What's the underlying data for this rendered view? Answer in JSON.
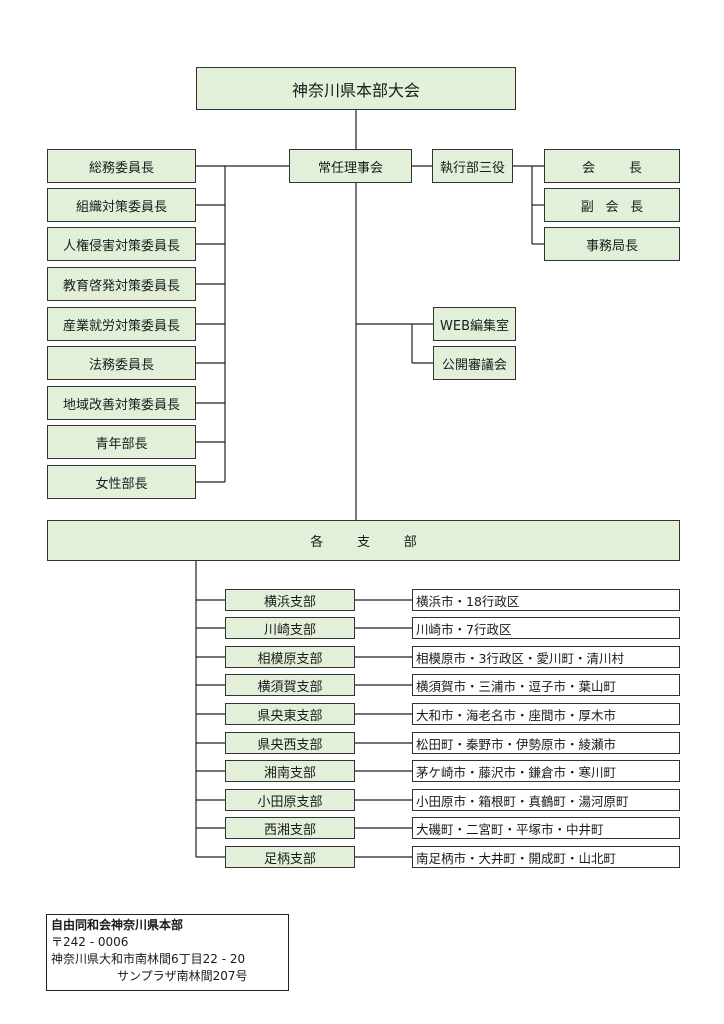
{
  "top": {
    "label": "神奈川県本部大会"
  },
  "standing_board": {
    "label": "常任理事会"
  },
  "executive": {
    "label": "執行部三役"
  },
  "officers": [
    {
      "label": "会長"
    },
    {
      "label": "副会長"
    },
    {
      "label": "事務局長"
    }
  ],
  "committees": [
    {
      "label": "総務委員長"
    },
    {
      "label": "組織対策委員長"
    },
    {
      "label": "人権侵害対策委員長"
    },
    {
      "label": "教育啓発対策委員長"
    },
    {
      "label": "産業就労対策委員長"
    },
    {
      "label": "法務委員長"
    },
    {
      "label": "地域改善対策委員長"
    },
    {
      "label": "青年部長"
    },
    {
      "label": "女性部長"
    }
  ],
  "offices": [
    {
      "label": "WEB編集室"
    },
    {
      "label": "公開審議会"
    }
  ],
  "branches_header": {
    "label": "各支部"
  },
  "branches": [
    {
      "name": "横浜支部",
      "area": "横浜市・18行政区"
    },
    {
      "name": "川崎支部",
      "area": "川崎市・7行政区"
    },
    {
      "name": "相模原支部",
      "area": "相模原市・3行政区・愛川町・清川村"
    },
    {
      "name": "横須賀支部",
      "area": "横須賀市・三浦市・逗子市・葉山町"
    },
    {
      "name": "県央東支部",
      "area": "大和市・海老名市・座間市・厚木市"
    },
    {
      "name": "県央西支部",
      "area": "松田町・秦野市・伊勢原市・綾瀬市"
    },
    {
      "name": "湘南支部",
      "area": "茅ケ崎市・藤沢市・鎌倉市・寒川町"
    },
    {
      "name": "小田原支部",
      "area": "小田原市・箱根町・真鶴町・湯河原町"
    },
    {
      "name": "西湘支部",
      "area": "大磯町・二宮町・平塚市・中井町"
    },
    {
      "name": "足柄支部",
      "area": "南足柄市・大井町・開成町・山北町"
    }
  ],
  "address": {
    "org": "自由同和会神奈川県本部",
    "postal": "〒242 - 0006",
    "line1": "神奈川県大和市南林間6丁目22 - 20",
    "line2": "サンプラザ南林間207号"
  }
}
